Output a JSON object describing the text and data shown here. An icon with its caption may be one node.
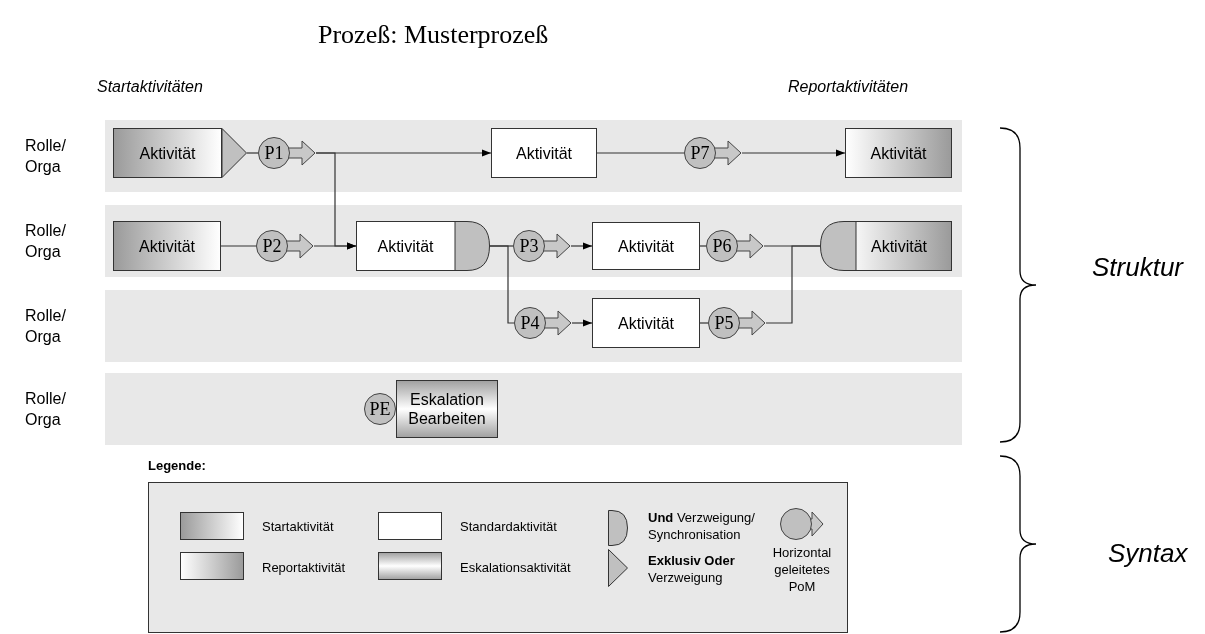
{
  "diagram": {
    "title": "Prozeß: Musterprozeß",
    "nodes": [
      {
        "text": [
          "Rolle/ Orga"
        ]
      },
      {
        "text": [
          "Rolle/ Orga"
        ]
      },
      {
        "text": [
          "Rolle/ Orga"
        ]
      },
      {
        "text": [
          "Rolle/ Orga"
        ]
      },
      {
        "text": [
          "Aktivität"
        ],
        "in": 0
      },
      {
        "text": [
          "P1"
        ],
        "in": 0
      },
      {
        "text": [
          "Aktivität"
        ],
        "in": 0
      },
      {
        "text": [
          "P7"
        ],
        "in": 0
      },
      {
        "text": [
          "Aktivität"
        ],
        "in": 0
      },
      {
        "text": [
          "Aktivität"
        ],
        "in": 1
      },
      {
        "text": [
          "P2"
        ],
        "in": 1
      },
      {
        "text": [
          "Aktivität"
        ],
        "in": 1
      },
      {
        "text": [
          "P3"
        ],
        "in": 1
      },
      {
        "text": [
          "Aktivität"
        ],
        "in": 1
      },
      {
        "text": [
          "P6"
        ],
        "in": 1
      },
      {
        "text": [
          "Aktivität"
        ],
        "in": 1
      },
      {
        "text": [
          "P4"
        ],
        "in": 2
      },
      {
        "text": [
          "Aktivität"
        ],
        "in": 2
      },
      {
        "text": [
          "P5"
        ],
        "in": 2
      },
      {
        "text": [
          "PE"
        ],
        "in": 3
      },
      {
        "text": [
          "Eskalation Bearbeiten"
        ],
        "in": 3
      }
    ],
    "edges": [
      {
        "from": 4,
        "to": 5,
        "arrow": "none"
      },
      {
        "from": 5,
        "to": 6,
        "arrow": "to"
      },
      {
        "from": 5,
        "to": 11,
        "arrow": "to"
      },
      {
        "from": 6,
        "to": 7,
        "arrow": "none"
      },
      {
        "from": 7,
        "to": 8,
        "arrow": "to"
      },
      {
        "from": 9,
        "to": 10,
        "arrow": "none"
      },
      {
        "from": 10,
        "to": 11,
        "arrow": "to"
      },
      {
        "from": 11,
        "to": 12,
        "arrow": "none"
      },
      {
        "from": 11,
        "to": 16,
        "arrow": "none"
      },
      {
        "from": 12,
        "to": 13,
        "arrow": "to"
      },
      {
        "from": 16,
        "to": 17,
        "arrow": "to"
      },
      {
        "from": 13,
        "to": 14,
        "arrow": "none"
      },
      {
        "from": 14,
        "to": 15,
        "arrow": "none"
      },
      {
        "from": 17,
        "to": 18,
        "arrow": "none"
      },
      {
        "from": 18,
        "to": 15,
        "arrow": "none"
      }
    ],
    "labels": [
      "Startaktivitäten",
      "Reportaktivitäten",
      "Struktur",
      "Legende:",
      "Syntax"
    ],
    "legend": [
      {
        "text": "Startaktivität"
      },
      {
        "text": "Reportaktivität"
      },
      {
        "text": "Standardaktivität"
      },
      {
        "text": "Eskalationsaktivität"
      },
      {
        "text": "**Und** Verzweigung/ Synchronisation"
      },
      {
        "text": "**Exklusiv Oder** Verzweigung"
      },
      {
        "text": "Horizontal geleitetes PoM"
      }
    ]
  }
}
